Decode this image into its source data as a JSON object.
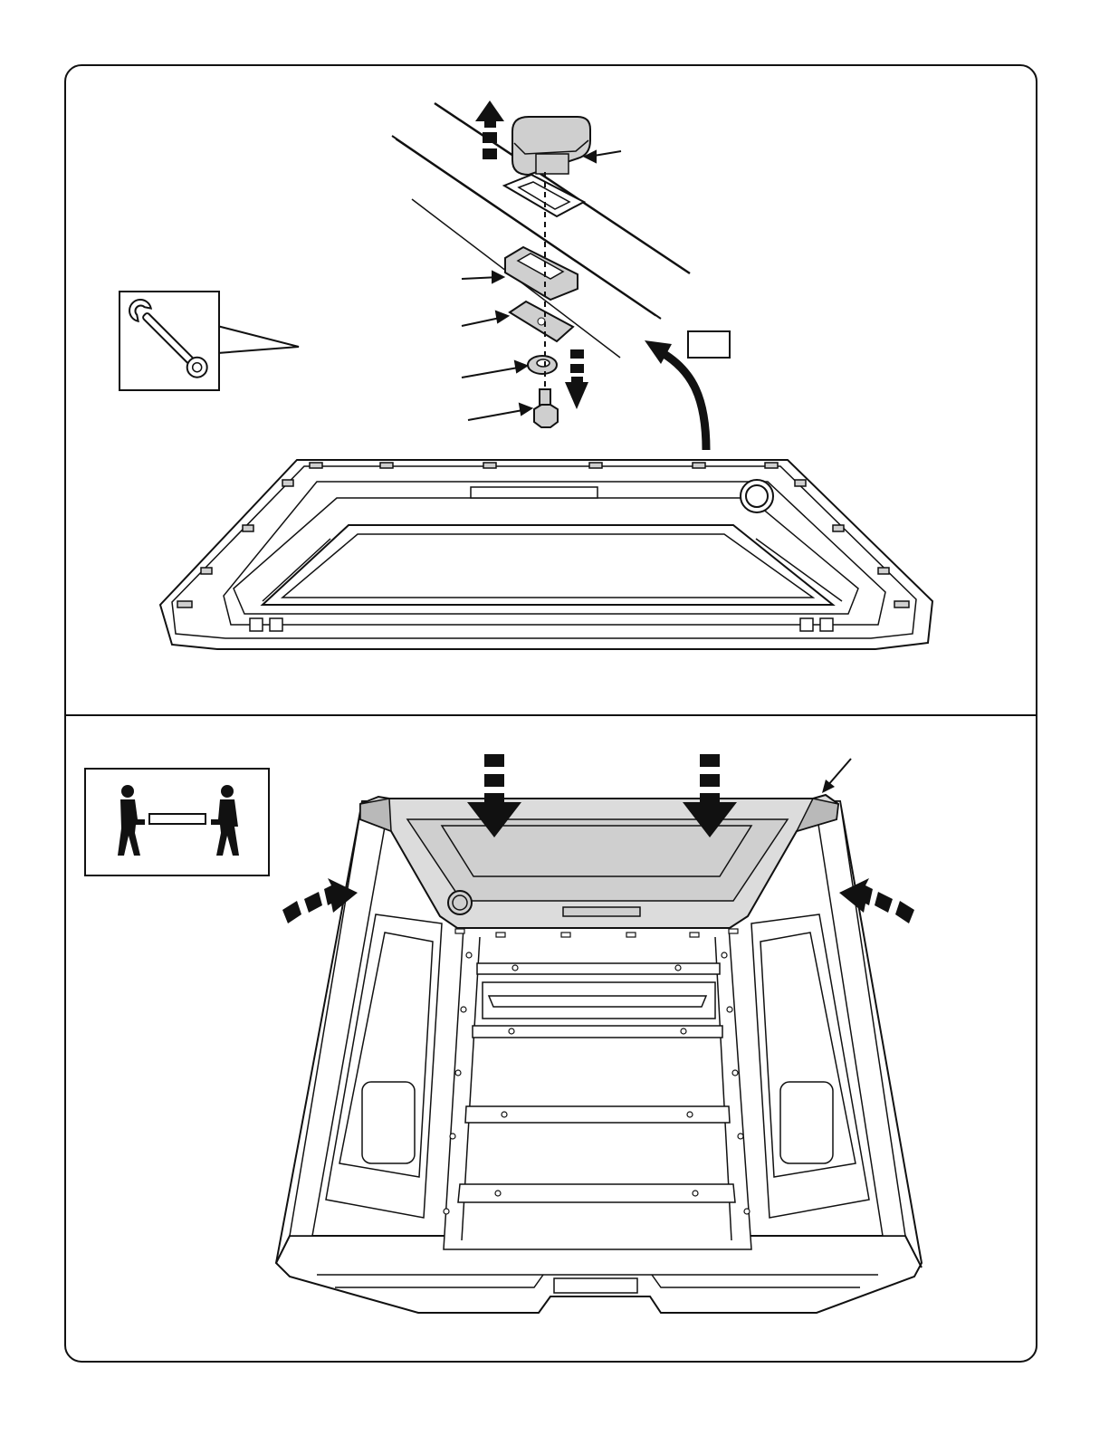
{
  "page": {
    "background": "#ffffff",
    "line_color": "#111111",
    "part_fill": "#cfcfcf",
    "panel_fill": "#dcdcdc"
  },
  "panels": [
    {
      "id": "step-top",
      "callouts": [
        {
          "part": "end-cap"
        },
        {
          "part": "rubber-spacer"
        },
        {
          "part": "flat-gasket"
        },
        {
          "part": "lock-washer"
        },
        {
          "part": "hex-bolt"
        }
      ],
      "tool": {
        "icon": "wrench-icon"
      },
      "step_label_box": {
        "text": ""
      },
      "arrows": [
        "arrow-up-remove-cap",
        "arrow-down-washer",
        "arrow-curved-rotate-lid"
      ]
    },
    {
      "id": "step-bottom",
      "helper": {
        "icon": "two-person-lift-icon"
      },
      "callouts": [
        {
          "part": "roof-panel-corner"
        }
      ],
      "arrows": [
        "arrow-down-left",
        "arrow-down-right",
        "arrow-push-left-side",
        "arrow-push-right-side"
      ]
    }
  ]
}
